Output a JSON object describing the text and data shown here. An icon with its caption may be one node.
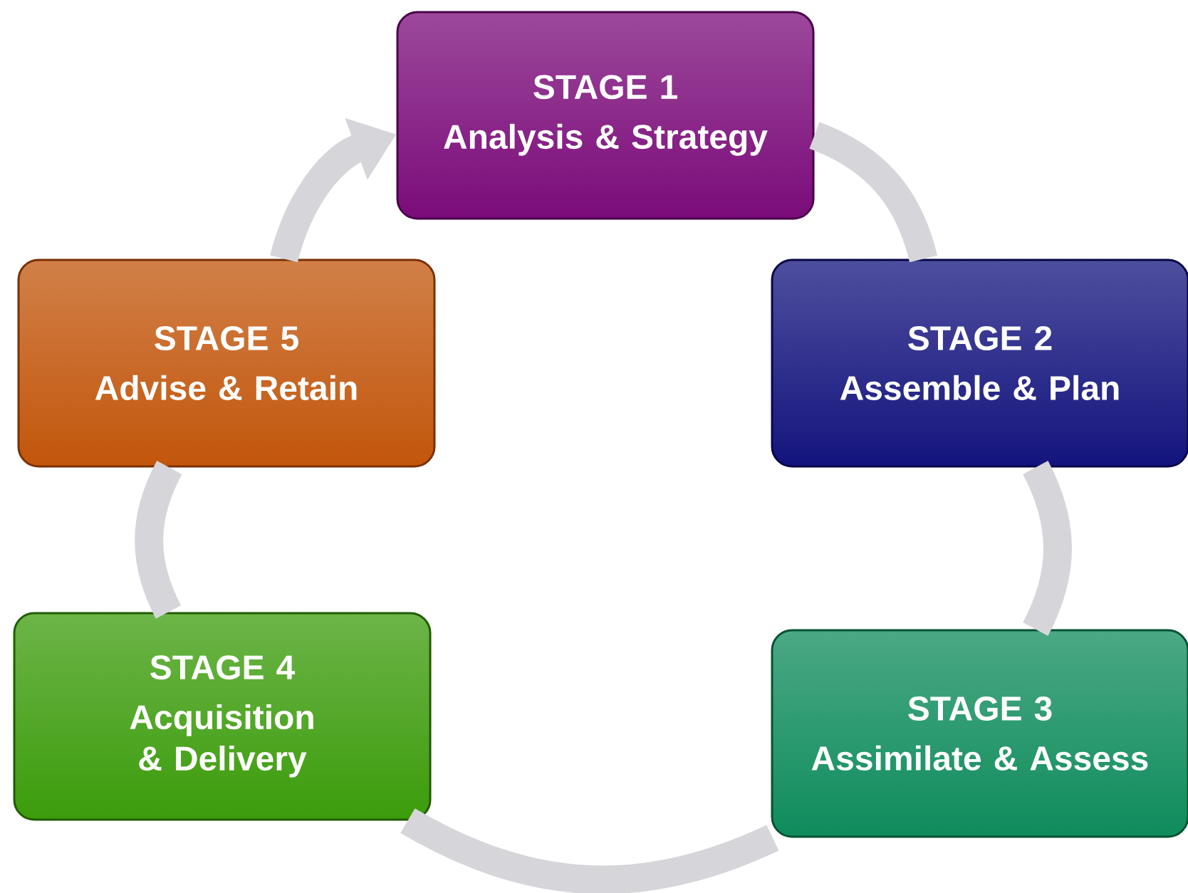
{
  "diagram": {
    "nodes": [
      {
        "text": [
          "STAGE 1",
          "Analysis & Strategy"
        ]
      },
      {
        "text": [
          "STAGE 2",
          "Assemble & Plan"
        ]
      },
      {
        "text": [
          "STAGE 3",
          "Assimilate & Assess"
        ]
      },
      {
        "text": [
          "STAGE 4",
          "Acquisition & Delivery"
        ]
      },
      {
        "text": [
          "STAGE 5",
          "Advise & Retain"
        ]
      }
    ],
    "edges": [
      {
        "from": 0,
        "to": 1,
        "arrow": "none"
      },
      {
        "from": 1,
        "to": 2,
        "arrow": "none"
      },
      {
        "from": 2,
        "to": 3,
        "arrow": "none"
      },
      {
        "from": 3,
        "to": 4,
        "arrow": "none"
      },
      {
        "from": 4,
        "to": 0,
        "arrow": "to"
      }
    ]
  }
}
